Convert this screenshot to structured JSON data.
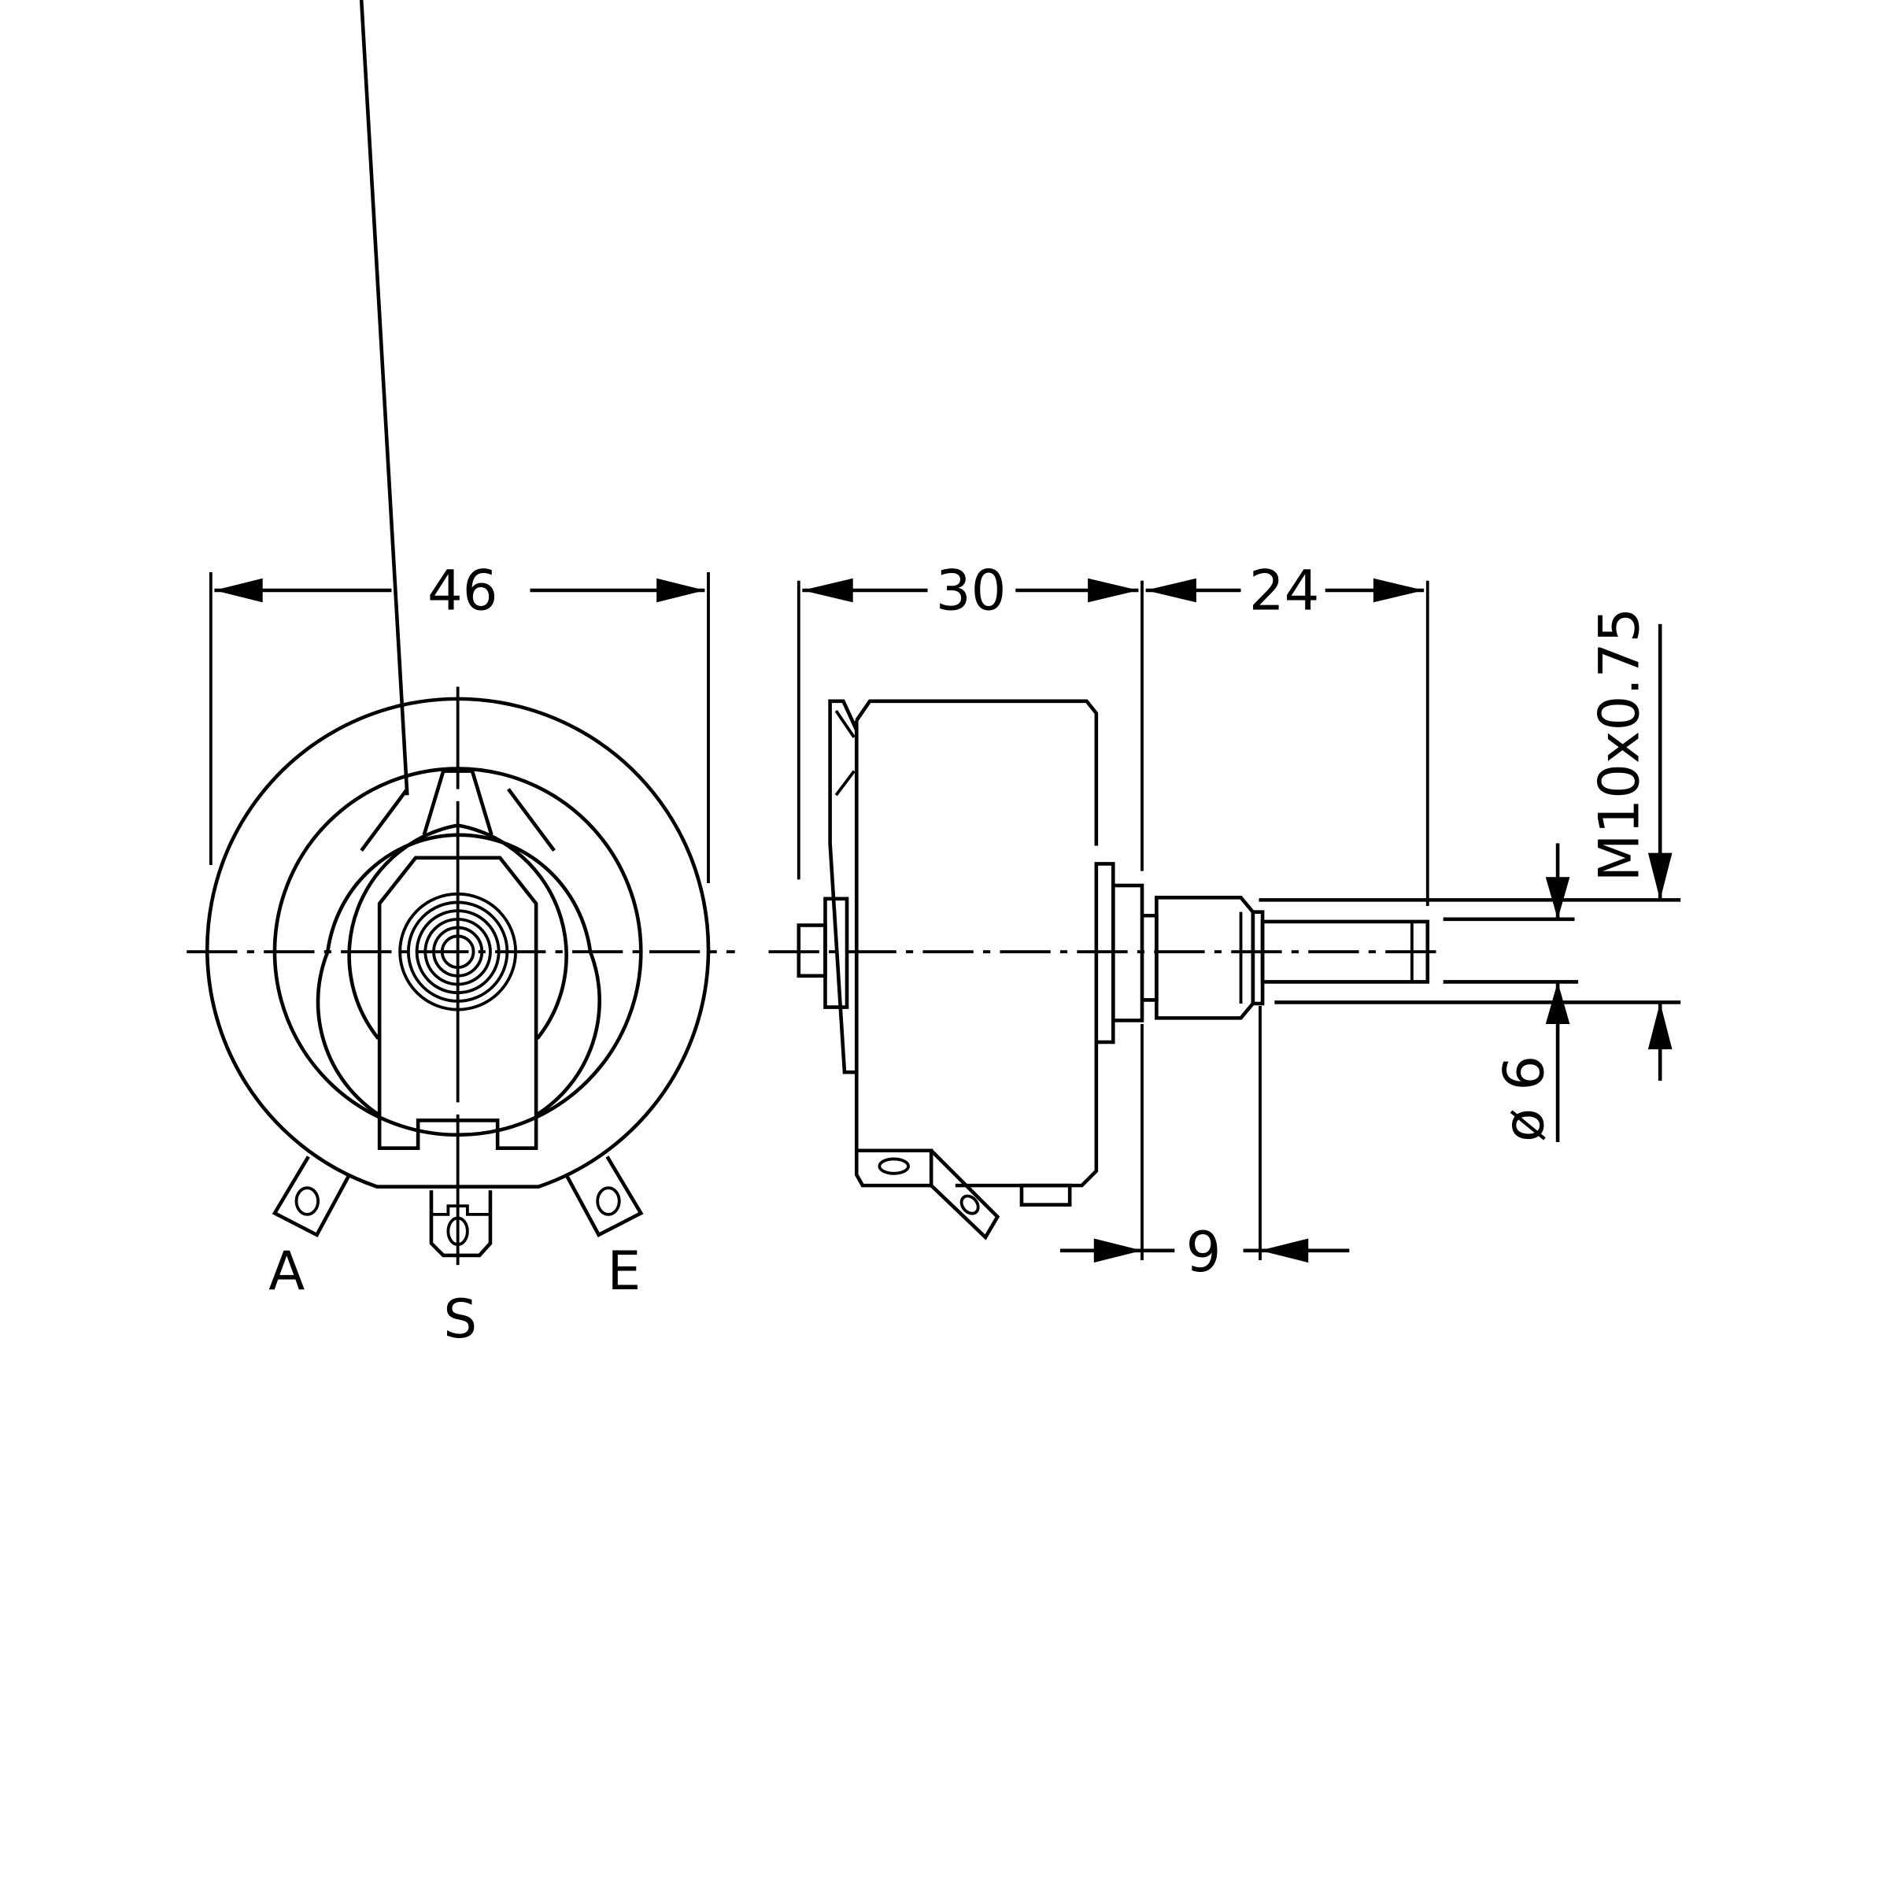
{
  "drawing": {
    "type": "technical-dimension-drawing",
    "subject": "wirewound potentiometer",
    "units": "mm",
    "front_view": {
      "dimensions": {
        "width": "46"
      },
      "terminals": [
        {
          "label": "A"
        },
        {
          "label": "S"
        },
        {
          "label": "E"
        }
      ]
    },
    "side_view": {
      "dimensions": {
        "body_depth": "30",
        "shaft_length": "24",
        "bushing_length": "9",
        "thread": "M10x0.75",
        "shaft_diameter": "ø 6"
      }
    }
  }
}
